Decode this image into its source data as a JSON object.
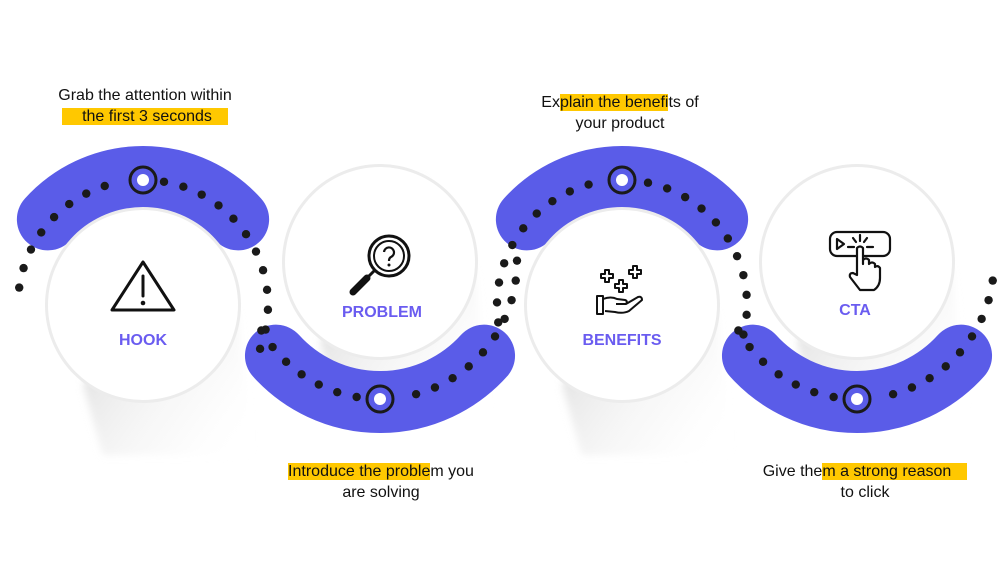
{
  "colors": {
    "band": "#5a5ce8",
    "label": "#6a5cf0",
    "highlight": "#ffc800",
    "dots": "#1a1a1a"
  },
  "steps": [
    {
      "label": "HOOK",
      "icon": "warning-icon",
      "caption": {
        "line1": "Grab the attention within",
        "line2": "the first 3 seconds"
      }
    },
    {
      "label": "PROBLEM",
      "icon": "magnifier-question-icon",
      "caption": {
        "line1_hl": "Introduce the proble",
        "line1_rest": "m you",
        "line2": "are solving"
      }
    },
    {
      "label": "BENEFITS",
      "icon": "hand-sparkles-icon",
      "caption": {
        "line1_pre": "Ex",
        "line1_hl": "plain the benefi",
        "line1_rest": "ts of",
        "line2": "your product"
      }
    },
    {
      "label": "CTA",
      "icon": "click-button-icon",
      "caption": {
        "line1_pre": "Give the",
        "line1_hl": "m a strong reason",
        "line2": "to click"
      }
    }
  ]
}
